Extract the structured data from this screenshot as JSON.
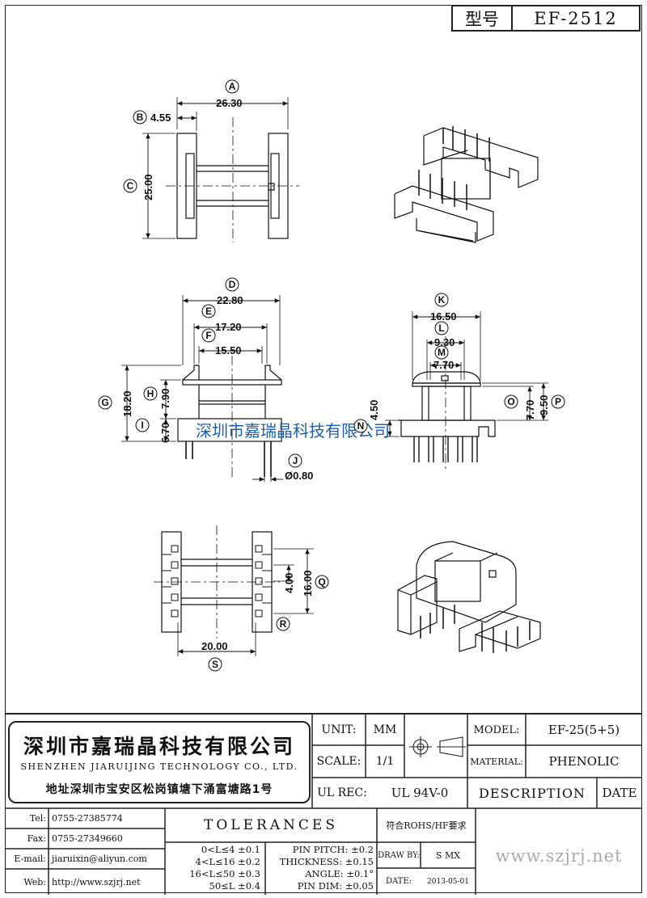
{
  "header": {
    "model_label": "型号",
    "model_value": "EF-2512"
  },
  "dimensions": {
    "A": "26.30",
    "B": "4.55",
    "C": "25.00",
    "D": "22.80",
    "E": "17.20",
    "F": "15.50",
    "G": "18.20",
    "H": "7.90",
    "I": "6.70",
    "J": "Ø0.80",
    "K": "16.50",
    "L": "9.30",
    "M": "7.70",
    "N": "4.50",
    "O": "7.70",
    "P": "9.50",
    "Q": "16.00",
    "R": "4.00",
    "S": "20.00"
  },
  "markers": [
    "A",
    "B",
    "C",
    "D",
    "E",
    "F",
    "G",
    "H",
    "I",
    "J",
    "K",
    "L",
    "M",
    "N",
    "O",
    "P",
    "Q",
    "R",
    "S"
  ],
  "watermark": "深圳市嘉瑞晶科技有限公司",
  "company": {
    "name_cn": "深圳市嘉瑞晶科技有限公司",
    "name_en": "SHENZHEN JIARUIJING TECHNOLOGY CO., LTD.",
    "address": "地址深圳市宝安区松岗镇塘下涌富塘路1号"
  },
  "title_block": {
    "unit_label": "UNIT:",
    "unit_value": "MM",
    "scale_label": "SCALE:",
    "scale_value": "1/1",
    "ul_label": "UL REC:",
    "ul_value": "UL 94V-0",
    "model_label": "MODEL:",
    "model_value": "EF-25(5+5)",
    "material_label": "MATERIAL:",
    "material_value": "PHENOLIC",
    "description_label": "DESCRIPTION",
    "date_label": "DATE",
    "tel_label": "Tel:",
    "tel_value": "0755-27385774",
    "fax_label": "Fax:",
    "fax_value": "0755-27349660",
    "email_label": "E-mail:",
    "email_value": "jiaruixin@aliyun.com",
    "web_label": "Web:",
    "web_value": "http://www.szjrj.net",
    "tolerances_label": "TOLERANCES",
    "rohs": "符合ROHS/HF要求",
    "tol_rows": [
      "0<L≤4 ±0.1",
      "4<L≤16 ±0.2",
      "16<L≤50 ±0.3",
      "50≤L ±0.4"
    ],
    "pin_rows": [
      "PIN PITCH: ±0.2",
      "THICKNESS: ±0.15",
      "ANGLE: ±0.1°",
      "PIN DIM: ±0.05"
    ],
    "draw_label": "DRAW BY:",
    "draw_value": "S MX",
    "date_field_label": "DATE:",
    "date_value": "2013-05-01",
    "website_big": "www.szjrj.net"
  }
}
